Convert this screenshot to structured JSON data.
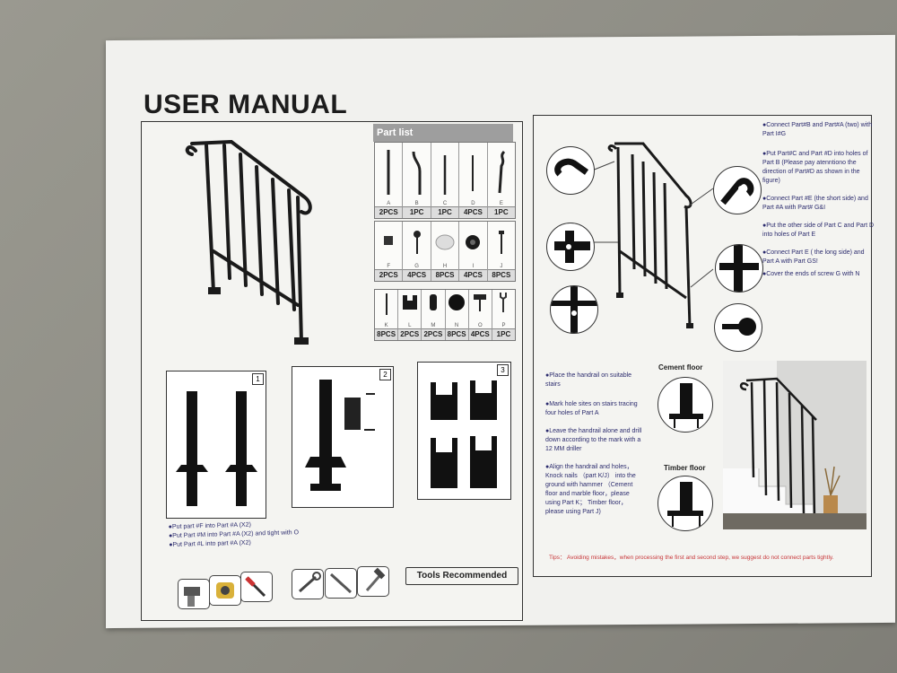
{
  "title": "USER MANUAL",
  "part_list": {
    "heading": "Part list",
    "row1": [
      {
        "letter": "A",
        "qty": "2PCS",
        "icon": "long-post-icon"
      },
      {
        "letter": "B",
        "qty": "1PC",
        "icon": "bent-post-icon"
      },
      {
        "letter": "C",
        "qty": "1PC",
        "icon": "short-post-icon"
      },
      {
        "letter": "D",
        "qty": "4PCS",
        "icon": "baluster-icon"
      },
      {
        "letter": "E",
        "qty": "1PC",
        "icon": "curved-rail-icon"
      }
    ],
    "row2": [
      {
        "letter": "F",
        "qty": "2PCS",
        "icon": "bracket-icon"
      },
      {
        "letter": "G",
        "qty": "4PCS",
        "icon": "screw-icon"
      },
      {
        "letter": "H",
        "qty": "8PCS",
        "icon": "washer-icon"
      },
      {
        "letter": "I",
        "qty": "4PCS",
        "icon": "nut-icon"
      },
      {
        "letter": "J",
        "qty": "8PCS",
        "icon": "nail-icon"
      }
    ],
    "row3": [
      {
        "letter": "K",
        "qty": "8PCS",
        "icon": "anchor-icon"
      },
      {
        "letter": "L",
        "qty": "2PCS",
        "icon": "base-plate-icon"
      },
      {
        "letter": "M",
        "qty": "2PCS",
        "icon": "plug-icon"
      },
      {
        "letter": "N",
        "qty": "8PCS",
        "icon": "cap-icon"
      },
      {
        "letter": "O",
        "qty": "4PCS",
        "icon": "bolt-icon"
      },
      {
        "letter": "P",
        "qty": "1PC",
        "icon": "wrench-icon"
      }
    ]
  },
  "steps": {
    "s1": "1",
    "s2": "2",
    "s3": "3"
  },
  "left_instructions": [
    "●Put part #F into Part #A (X2)",
    "●Put Part #M into Part #A (X2) and tight with O",
    "●Put Part #L into part #A (X2)"
  ],
  "tools_label": "Tools Recommended",
  "right_instructions": [
    "●Connect Part#B and Part#A (two) with Part I#G",
    "●Put Part#C and Part #D into holes of Part B (Please pay atenntiono the direction of Part#D as shown in the figure)",
    "●Connect Part #E (the short side) and Part #A with Part# G&I",
    "●Put the other side of Part C and Part D into holes of Part E",
    "●Connect Part E ( the long side) and Part A with Part GS!",
    "●Cover the ends of screw G with N"
  ],
  "install_instructions": [
    "●Place the handrail on suitable stairs",
    "●Mark hole sites on stairs tracing four holes of Part A",
    "●Leave the handrail alone and drill down according to the mark with a 12 MM driller",
    "●Align the handrail and holes，Knock nails （part K/J） into the ground with hammer （Cement floor and marble floor，please using Part K； Timber floor，please using Part J)"
  ],
  "floors": {
    "cement": "Cement floor",
    "timber": "Timber floor"
  },
  "tips": "Tips： Avoiding mistakes，when processing the first and second step, we suggest do not connect parts tightly."
}
